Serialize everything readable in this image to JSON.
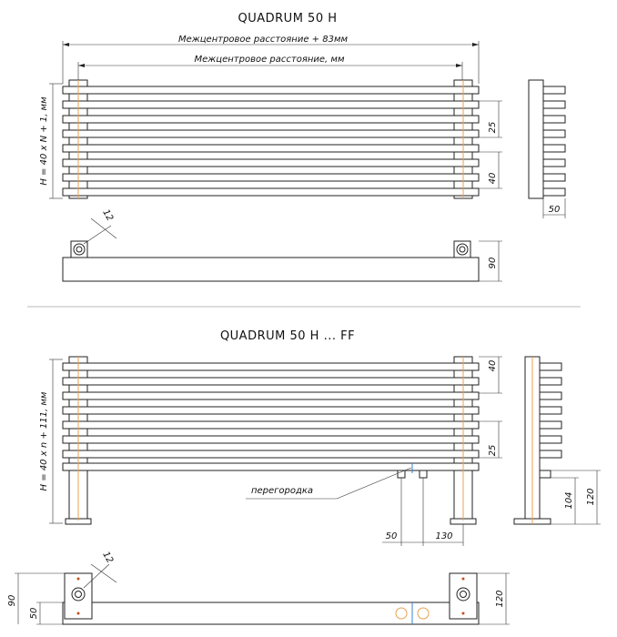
{
  "top": {
    "title": "QUADRUM 50 H",
    "dim_overall": "Межцентровое расстояние + 83мм",
    "dim_center": "Межцентровое расстояние, мм",
    "dim_height": "H = 40 x N + 1, мм",
    "dim_gap": "25",
    "dim_pitch": "40",
    "dim_depth": "50",
    "dim_pipe": "12",
    "dim_bottom_height": "90"
  },
  "bottom": {
    "title": "QUADRUM 50 H ... FF",
    "dim_height": "H = 40 x n + 111, мм",
    "dim_pitch": "40",
    "dim_gap": "25",
    "label_partition": "перегородка",
    "dim_50": "50",
    "dim_130": "130",
    "dim_104": "104",
    "dim_120_side": "120",
    "dim_pipe": "12",
    "dim_90": "90",
    "dim_50_plan": "50",
    "dim_120_plan": "120"
  }
}
